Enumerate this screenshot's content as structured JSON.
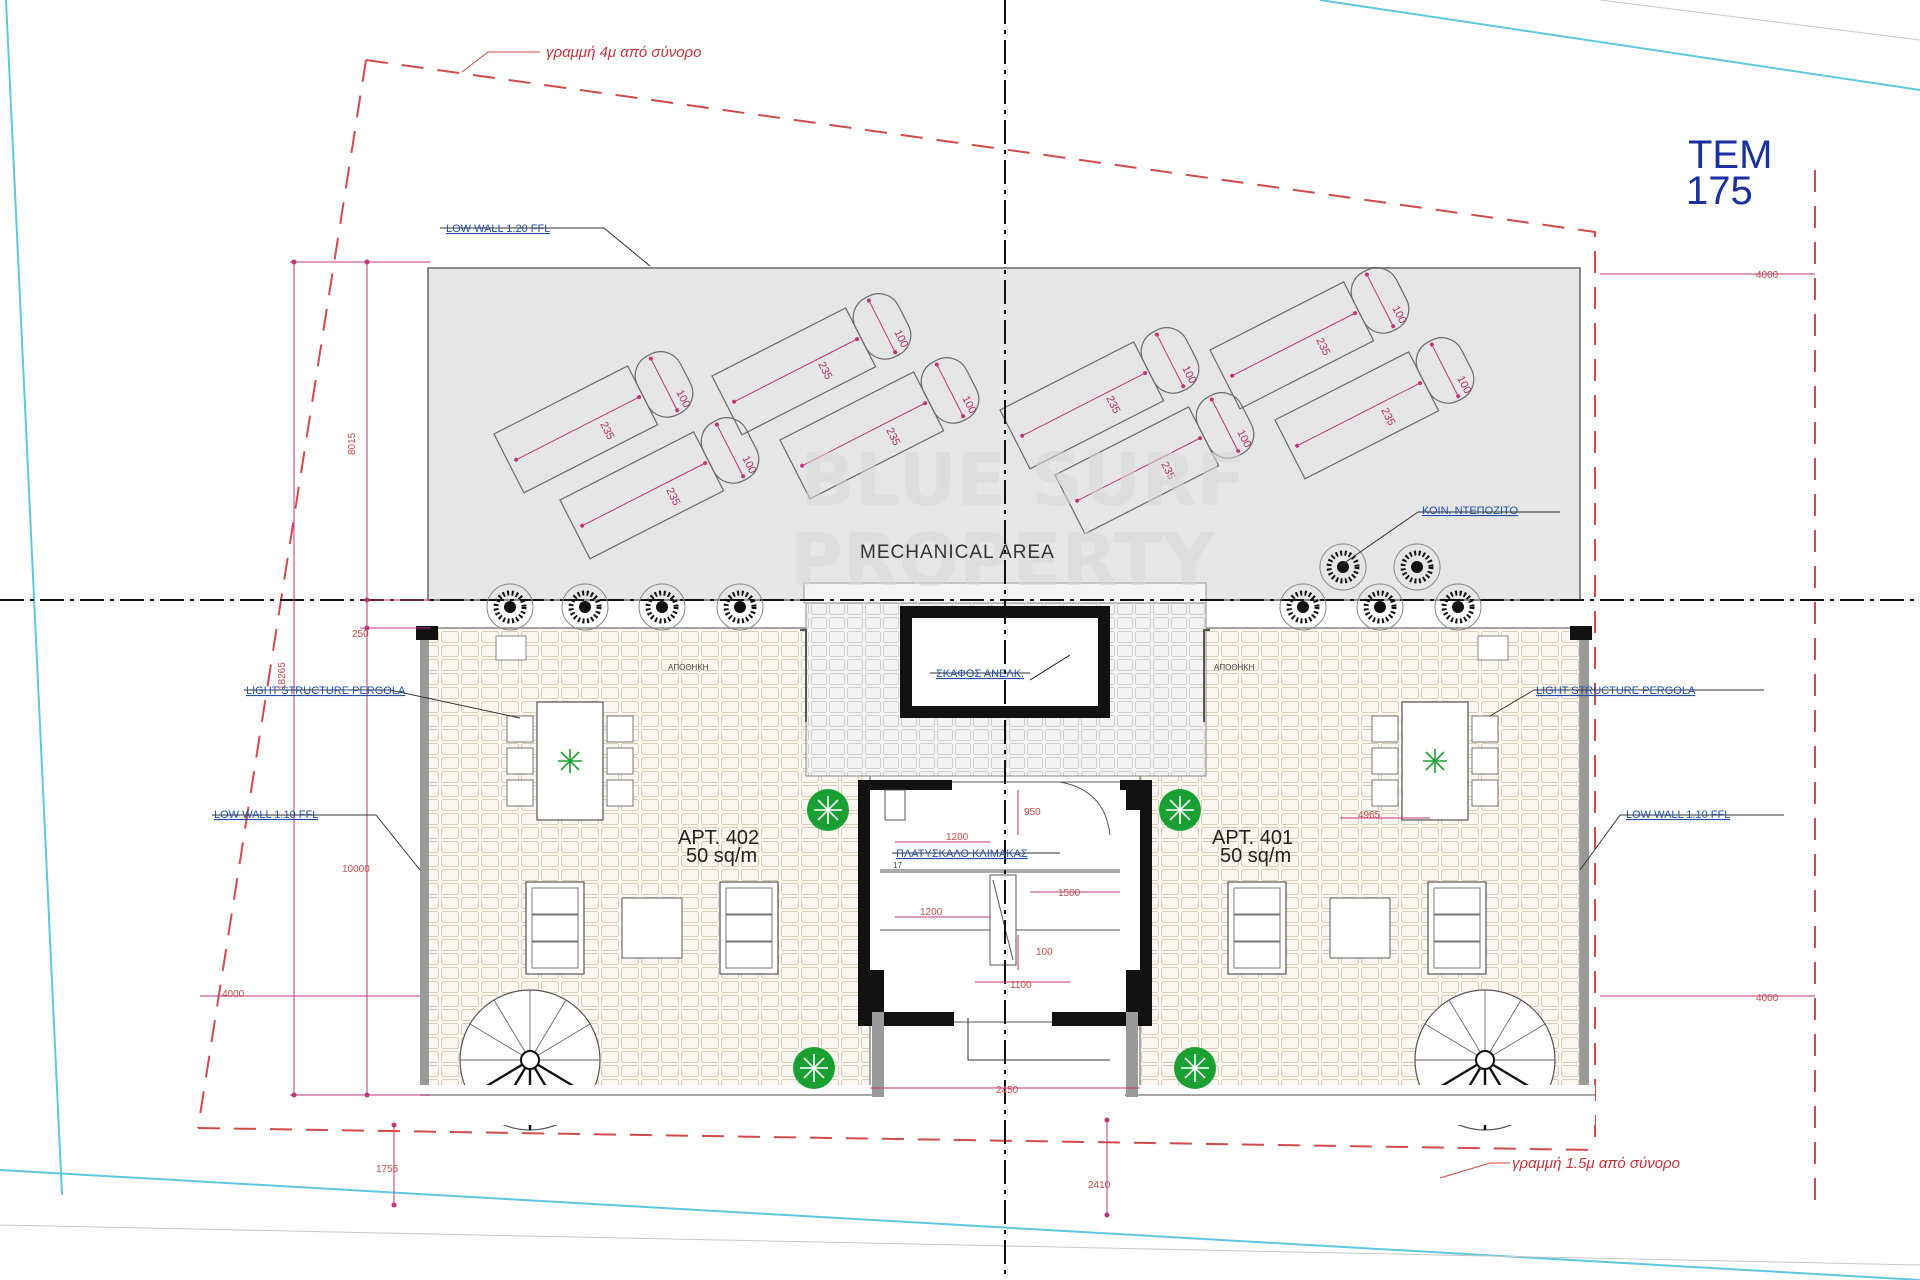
{
  "plot": {
    "line1": "TEM",
    "line2": "175"
  },
  "labels": {
    "boundary_top": "γραμμή 4μ από σύνορο",
    "boundary_bottom": "γραμμή 1.5μ από σύνορο",
    "low_wall_top": "LOW WALL 1.20 FFL",
    "low_wall_left": "LOW WALL 1.10 FFL",
    "low_wall_right": "LOW WALL 1.10 FFL",
    "pergola_left": "LIGHT STRUCTURE PERGOLA",
    "pergola_right": "LIGHT STRUCTURE PERGOLA",
    "mechanical_area": "MECHANICAL AREA",
    "common_tank": "ΚΟΙΝ. ΝΤΕΠΟΖΙΤΟ",
    "elevator_shaft": "ΣΚΑΦΟΣ ΑΝΕΛΚ.",
    "stair_landing": "ΠΛΑΤΥΣΚΑΛΟ ΚΛΙΜΑΚΑΣ",
    "store_left": "ΑΠΟΘΗΚΗ",
    "store_right": "ΑΠΟΘΗΚΗ",
    "stair_step": "17"
  },
  "apartments": [
    {
      "name": "APT. 402",
      "area": "50 sq/m"
    },
    {
      "name": "APT. 401",
      "area": "50 sq/m"
    }
  ],
  "panel_dims": {
    "length": "235",
    "width": "100"
  },
  "dimensions": {
    "left_total": "18265",
    "left_top": "8015",
    "left_gap": "250",
    "left_mid": "10000",
    "left_side": "4000",
    "right_side_top": "4000",
    "right_side_bottom": "4000",
    "bottom_left": "1755",
    "bottom_mid": "2410",
    "stair_width": "2450",
    "stair_1200a": "1200",
    "stair_1200b": "1200",
    "stair_1500": "1500",
    "stair_1100": "1100",
    "stair_950": "950",
    "stair_100": "100",
    "apt_dim": "4965"
  },
  "watermark": {
    "line1": "BLUE SURF",
    "line2": "PROPERTY"
  },
  "colors": {
    "boundary_red": "#d24a4a",
    "dim_pink": "#c0357a",
    "text_blue": "#1f4fa8",
    "plant_green": "#1aa032",
    "cyan_line": "#5ec8e0",
    "mech_fill": "#e6e6e6",
    "wall_black": "#111111"
  }
}
